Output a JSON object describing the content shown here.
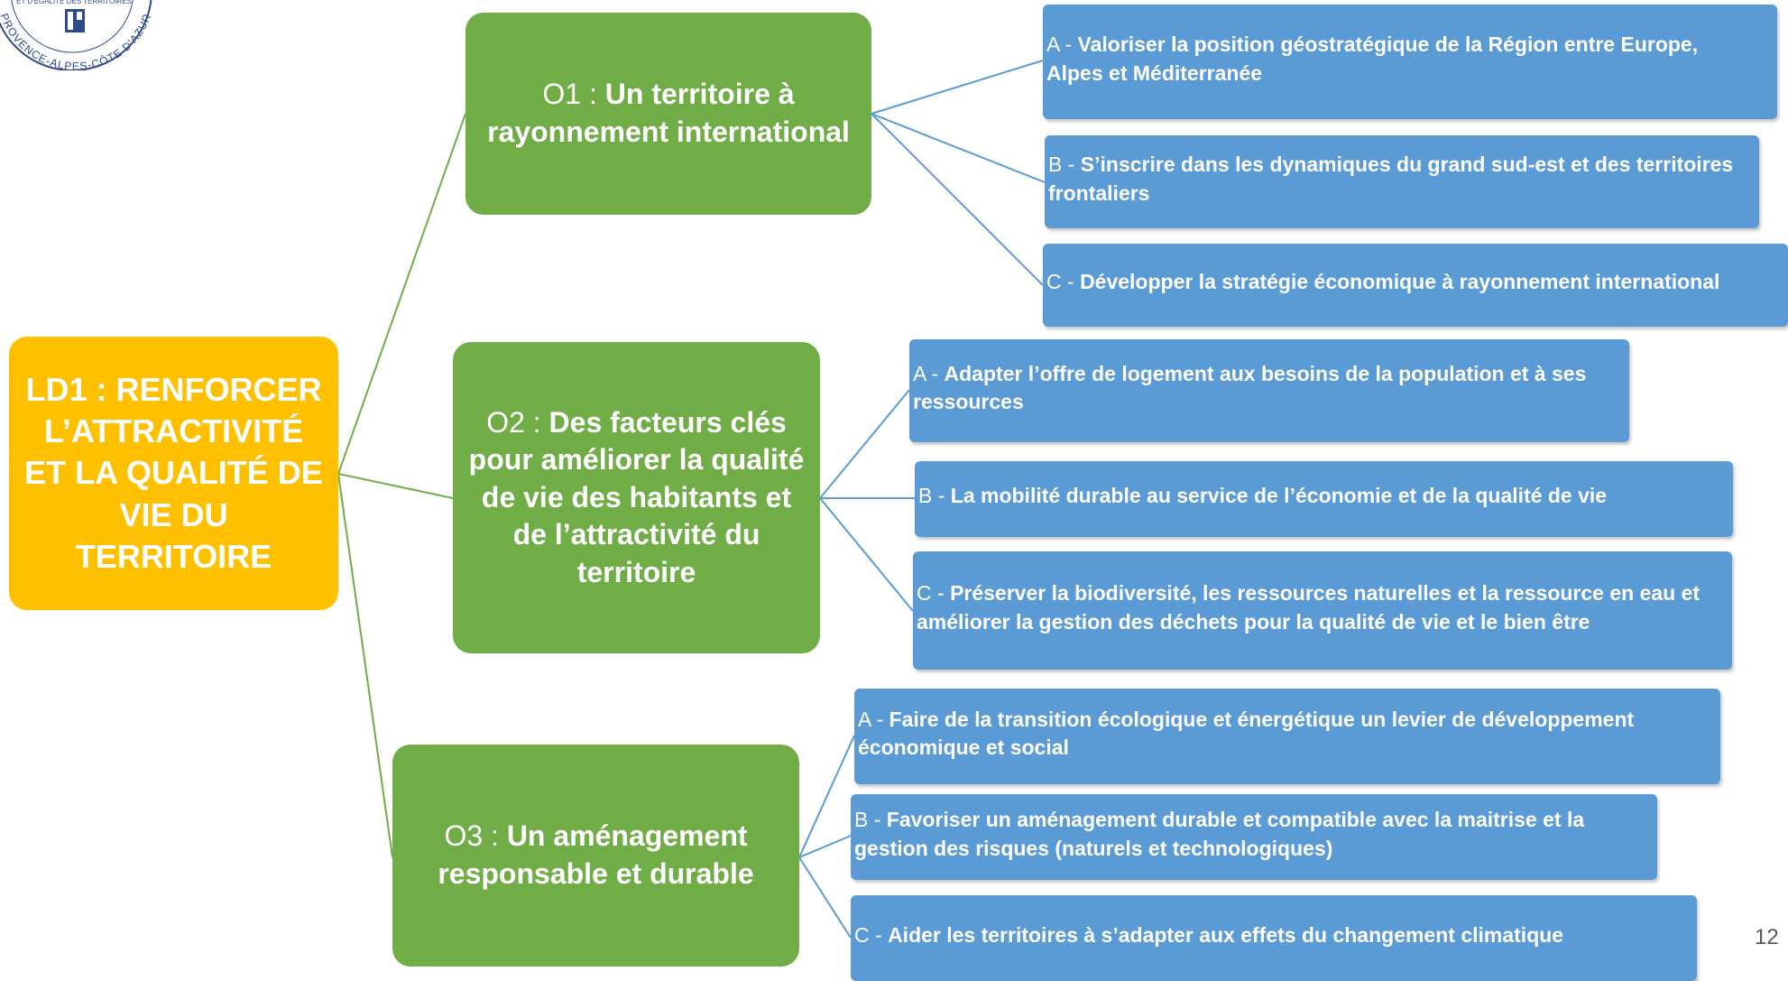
{
  "logo": {
    "line_top": "ET D'ÉGALITÉ DES TERRITOIRES",
    "line_arc": "PROVENCE-ALPES-CÔTE D'AZUR"
  },
  "root": {
    "label": "LD1 : RENFORCER L’ATTRACTIVITÉ ET LA QUALITÉ DE VIE DU TERRITOIRE"
  },
  "objectives": [
    {
      "prefix": "O1 : ",
      "title": "Un territoire à rayonnement international",
      "actions": [
        {
          "prefix": "A - ",
          "text": "Valoriser la position géostratégique de la Région entre Europe, Alpes et Méditerranée"
        },
        {
          "prefix": "B - ",
          "text": "S’inscrire dans les dynamiques du grand sud-est et des territoires frontaliers"
        },
        {
          "prefix": "C - ",
          "text": "Développer la stratégie économique à rayonnement international"
        }
      ]
    },
    {
      "prefix": "O2 : ",
      "title": "Des facteurs clés pour améliorer la qualité de vie des habitants et de l’attractivité du territoire",
      "actions": [
        {
          "prefix": "A - ",
          "text": "Adapter l’offre de logement aux besoins de la population et à ses ressources"
        },
        {
          "prefix": "B - ",
          "text": "La mobilité durable au service de l’économie et de la qualité de vie"
        },
        {
          "prefix": "C - ",
          "text": "Préserver la biodiversité, les ressources naturelles et la ressource en eau et améliorer la gestion des déchets pour la qualité de vie et le bien être"
        }
      ]
    },
    {
      "prefix": "O3 : ",
      "title": "Un aménagement responsable et durable",
      "actions": [
        {
          "prefix": "A - ",
          "text": "Faire de la transition écologique et énergétique un levier de développement économique et social"
        },
        {
          "prefix": "B - ",
          "text": "Favoriser un aménagement durable et compatible avec la maitrise et la gestion des risques (naturels et technologiques)"
        },
        {
          "prefix": "C - ",
          "text": "Aider les territoires à s’adapter aux effets du changement climatique"
        }
      ]
    }
  ],
  "page_number": "12",
  "colors": {
    "root": "#ffc000",
    "objective": "#70ad47",
    "action": "#5b9bd5",
    "root_connector": "#70ad47",
    "action_connector": "#5b9bd5"
  }
}
